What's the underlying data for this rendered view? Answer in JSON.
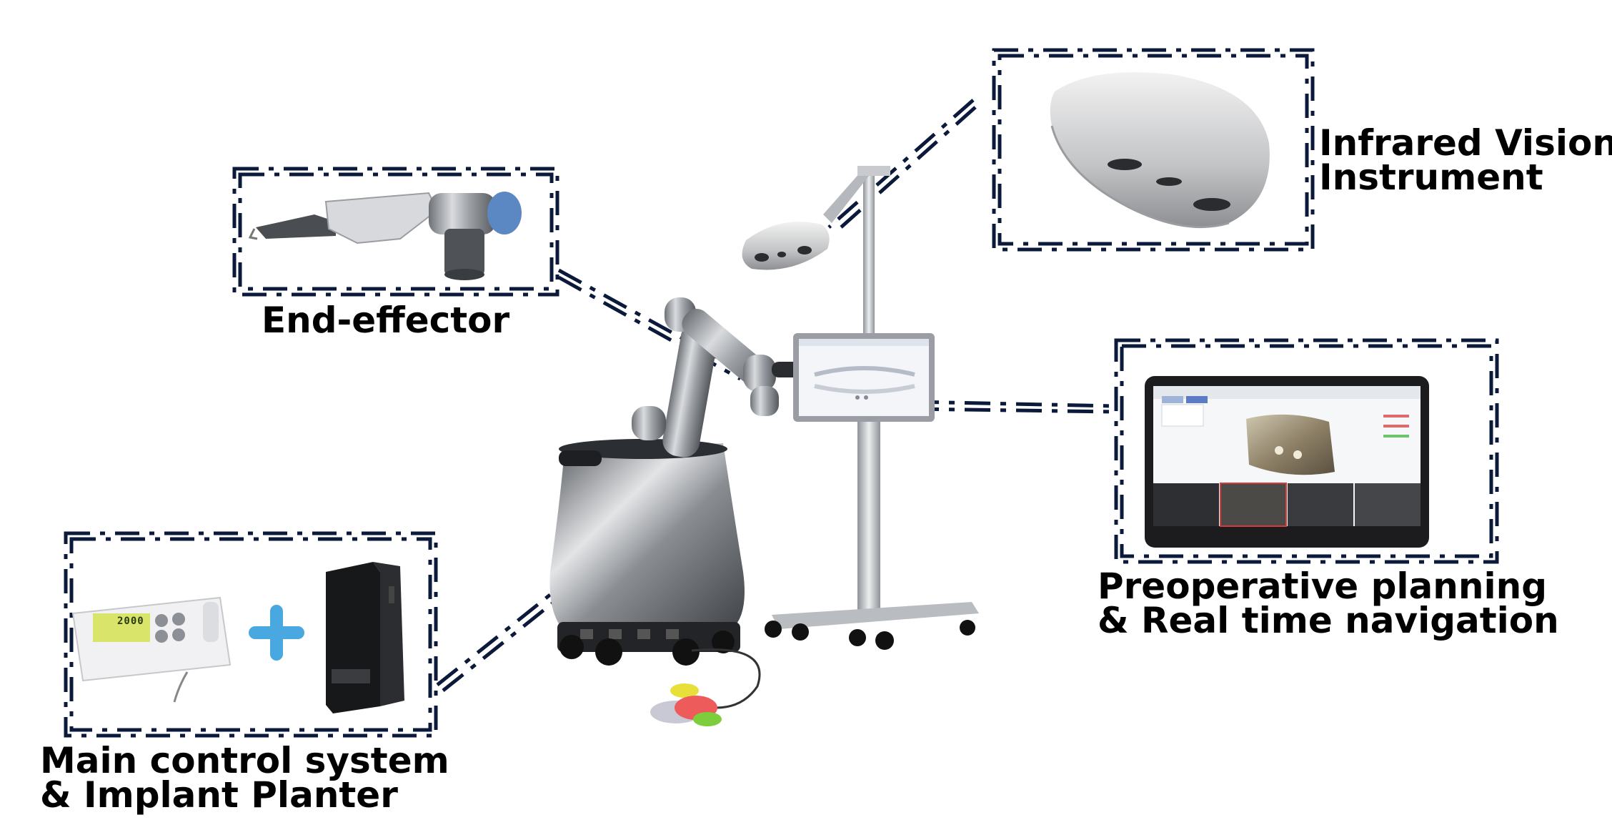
{
  "labels": {
    "end_effector": "End-effector",
    "infrared_line1": "Infrared Vision",
    "infrared_line2": "Instrument",
    "planning_line1": "Preoperative planning",
    "planning_line2": "& Real time navigation",
    "control_line1": "Main control system",
    "control_line2": "& Implant Planter"
  },
  "device_screens": {
    "implant_planter_display": "2000"
  },
  "colors": {
    "frame": "#0b1a3a",
    "pedal_yellow": "#e8e03a",
    "pedal_red": "#ee5b5b",
    "pedal_green": "#7ccf3a",
    "pedal_grey": "#c9c9d6",
    "plus_blue": "#4aa8e0",
    "motor_cap": "#5b88c2"
  },
  "icons": [
    "dental-robot-illustration",
    "end-effector-handpiece",
    "infrared-camera",
    "planning-tablet",
    "implant-planter-device",
    "desktop-computer",
    "plus-icon",
    "foot-pedal"
  ]
}
